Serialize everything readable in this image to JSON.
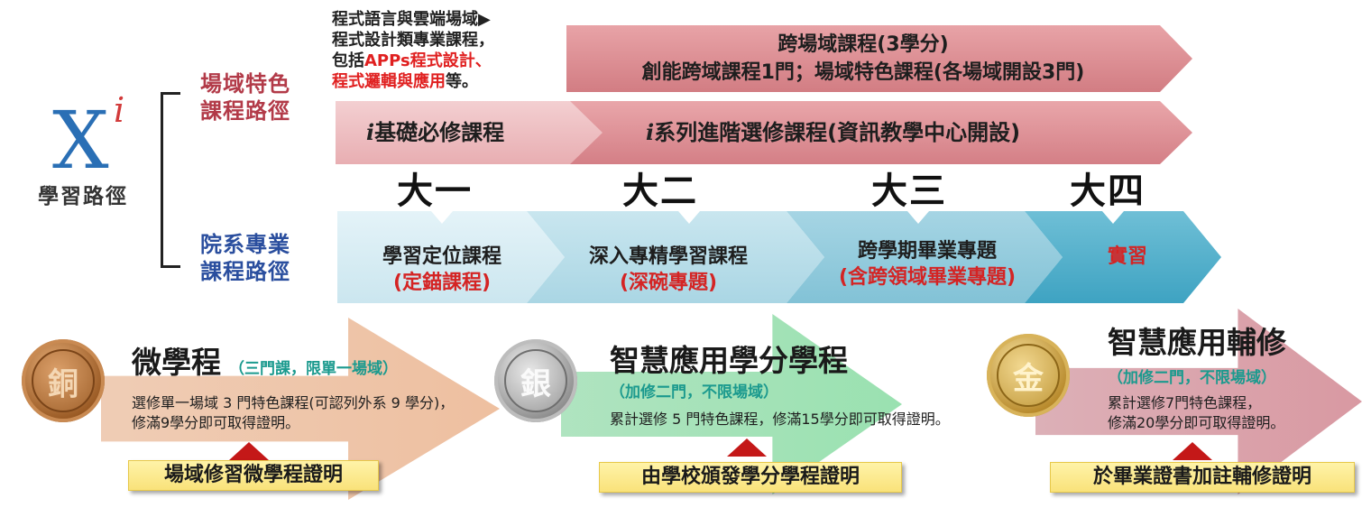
{
  "logo": {
    "letter": "X",
    "superscript": "i",
    "caption": "學習路徑"
  },
  "paths": {
    "field_line1": "場域特色",
    "field_line2": "課程路徑",
    "dept_line1": "院系專業",
    "dept_line2": "課程路徑"
  },
  "note": {
    "line1": "程式語言與雲端場域▶",
    "line2": "程式設計類專業課程，",
    "line3_prefix": "包括",
    "line3_red": "APPs程式設計、",
    "line4_red": "程式邏輯與應用",
    "line4_suffix": "等。"
  },
  "cross_domain": {
    "line1": "跨場域課程(3學分)",
    "line2": "創能跨域課程1門；場域特色課程(各場域開設3門)"
  },
  "basic_course": {
    "prefix": "i",
    "text": "基礎必修課程"
  },
  "advanced_course": {
    "prefix": "i",
    "text": "系列進階選修課程(資訊教學中心開設)"
  },
  "years": [
    "大一",
    "大二",
    "大三",
    "大四"
  ],
  "process": [
    {
      "line1": "學習定位課程",
      "line2": "(定錨課程)"
    },
    {
      "line1": "深入專精學習課程",
      "line2": "(深碗專題)"
    },
    {
      "line1": "跨學期畢業專題",
      "line2": "(含跨領域畢業專題)"
    },
    {
      "line1": "",
      "line2": "實習"
    }
  ],
  "certs": [
    {
      "medal": "銅",
      "title": "微學程",
      "subtitle": "（三門課，限單一場域）",
      "desc1": "選修單一場域 3 門特色課程(可認列外系 9 學分)，",
      "desc2": "修滿9學分即可取得證明。",
      "banner": "場域修習微學程證明"
    },
    {
      "medal": "銀",
      "title": "智慧應用學分學程",
      "subtitle": "（加修二門，不限場域）",
      "desc1": "累計選修 5 門特色課程，修滿15學分即可取得證明。",
      "desc2": "",
      "banner": "由學校頒發學分學程證明"
    },
    {
      "medal": "金",
      "title": "智慧應用輔修",
      "subtitle": "（加修二門，不限場域）",
      "desc1": "累計選修7門特色課程，",
      "desc2": "修滿20學分即可取得證明。",
      "banner": "於畢業證書加註輔修證明"
    }
  ],
  "colors": {
    "field_path": "#b23a48",
    "dept_path": "#2a4e9e",
    "highlight_red": "#e02020",
    "banner_yellow": "#f9e27a"
  }
}
